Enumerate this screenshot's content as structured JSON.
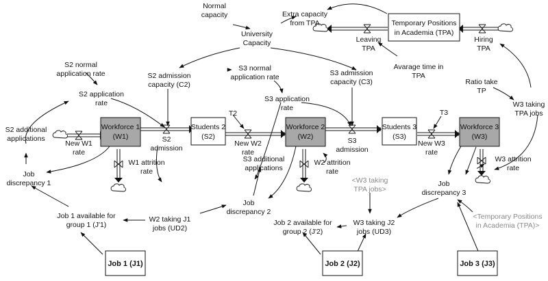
{
  "colors": {
    "stock_dark": "#a8a8a8",
    "stock_light": "#ffffff",
    "ghost_text": "#8a8a8a",
    "line": "#111111"
  },
  "icons": {
    "cloud": "cloud-icon",
    "valve": "valve-icon",
    "arrow": "arrowhead-icon"
  },
  "stocks": {
    "workforce1": [
      "Workforce 1",
      "(W1)"
    ],
    "workforce2": [
      "Workforce 2",
      "(W2)"
    ],
    "workforce3": [
      "Workforce 3",
      "(W3)"
    ],
    "students2": [
      "Students 2",
      "(S2)"
    ],
    "students3": [
      "Students 3",
      "(S3)"
    ],
    "tpa": [
      "Temporary Positions",
      "in Academia (TPA)"
    ],
    "job1": [
      "Job 1 (J1)"
    ],
    "job2": [
      "Job 2 (J2)"
    ],
    "job3": [
      "Job 3 (J3)"
    ]
  },
  "labels": {
    "normal_capacity": [
      "Normal",
      "capacity"
    ],
    "university_capacity": [
      "University",
      "Capacity"
    ],
    "extra_capacity": [
      "Extra capacity",
      "from TPA"
    ],
    "leaving_tpa": [
      "Leaving",
      "TPA"
    ],
    "hiring_tpa": [
      "Hiring",
      "TPA"
    ],
    "average_time": [
      "Avarage time in",
      "TPA"
    ],
    "ratio_take_tp": [
      "Ratio take",
      "TP"
    ],
    "w3_taking_tpa": [
      "W3 taking",
      "TPA jobs"
    ],
    "s2_normal_rate": [
      "S2 normal",
      "application rate"
    ],
    "s2_application_rate": [
      "S2 application",
      "rate"
    ],
    "s2_admission_capacity": [
      "S2 admission",
      "capacity (C2)"
    ],
    "s3_normal_rate": [
      "S3 normal",
      "application rate"
    ],
    "s3_admission_capacity": [
      "S3 admission",
      "capacity (C3)"
    ],
    "s3_application_rate": [
      "S3 application",
      "rate"
    ],
    "s2_additional": [
      "S2 additional",
      "applications"
    ],
    "new_w1_rate": [
      "New W1",
      "rate"
    ],
    "s2_admission": [
      "S2",
      "admission"
    ],
    "t2": [
      "T2"
    ],
    "new_w2_rate": [
      "New W2",
      "rate"
    ],
    "s3_admission": [
      "S3",
      "admission"
    ],
    "t3": [
      "T3"
    ],
    "new_w3_rate": [
      "New W3",
      "rate"
    ],
    "w1_attrition": [
      "W1 attrition",
      "rate"
    ],
    "w2_attrition": [
      "W2 attrition",
      "rate"
    ],
    "w3_attrition": [
      "W3 attrition",
      "rate"
    ],
    "s3_additional": [
      "S3 additional",
      "applications"
    ],
    "job_discrepancy_1": [
      "Job",
      "discrepancy 1"
    ],
    "job_discrepancy_2": [
      "Job",
      "discrepancy 2"
    ],
    "job_discrepancy_3": [
      "Job",
      "discrepancy 3"
    ],
    "w3_taking_tpa_ghost": [
      "<W3 taking",
      "TPA jobs>"
    ],
    "tpa_ghost": [
      "<Temporary Positions",
      "in Academia (TPA)>"
    ],
    "job1_available": [
      "Job 1 available for",
      "group 1 (J'1)"
    ],
    "w2_taking_j1": [
      "W2 taking J1",
      "jobs (UD2)"
    ],
    "job2_available": [
      "Job 2 available for",
      "group 2 (J'2)"
    ],
    "w3_taking_j2": [
      "W3 taking J2",
      "jobs (UD3)"
    ]
  }
}
